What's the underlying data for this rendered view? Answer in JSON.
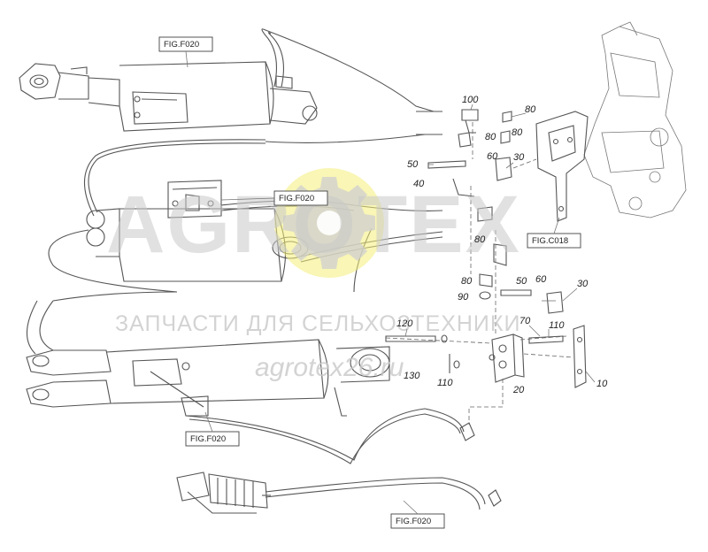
{
  "figure_refs": [
    "FIG.F020",
    "FIG.F020",
    "FIG.F020",
    "FIG.F020",
    "FIG.C018"
  ],
  "part_numbers": [
    "100",
    "80",
    "80",
    "80",
    "50",
    "60",
    "30",
    "40",
    "80",
    "80",
    "90",
    "50",
    "60",
    "30",
    "70",
    "110",
    "120",
    "130",
    "110",
    "20",
    "10"
  ],
  "watermark": {
    "logo": "AGROTEX",
    "tagline": "ЗАПЧАСТИ ДЛЯ СЕЛЬХОЗТЕХНИКИ",
    "site": "agrotex26.ru"
  },
  "colors": {
    "line": "#555555",
    "watermark_gray": "#c9c9c9",
    "watermark_yellow": "#f4ee7a"
  }
}
